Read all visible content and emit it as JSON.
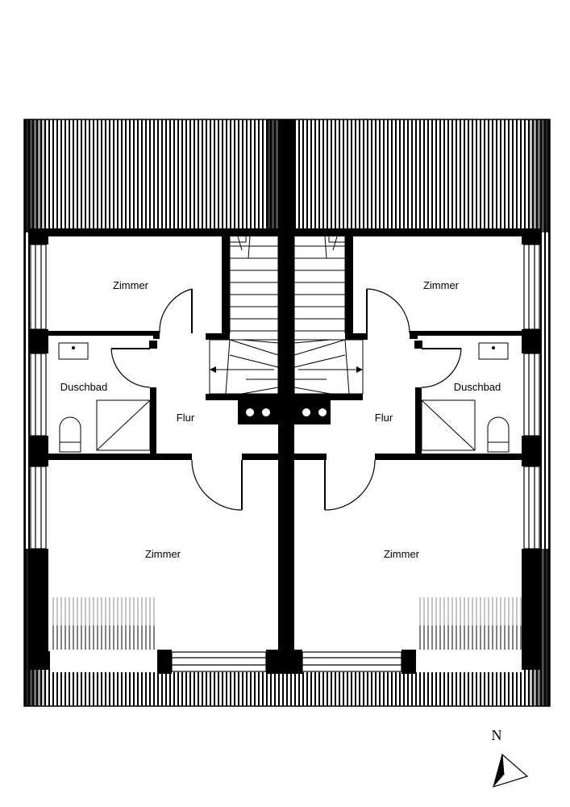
{
  "plan": {
    "rooms": {
      "zimmer_nw": "Zimmer",
      "zimmer_ne": "Zimmer",
      "duschbad_w": "Duschbad",
      "duschbad_e": "Duschbad",
      "flur_w": "Flur",
      "flur_e": "Flur",
      "zimmer_sw": "Zimmer",
      "zimmer_se": "Zimmer"
    },
    "north": "N"
  }
}
